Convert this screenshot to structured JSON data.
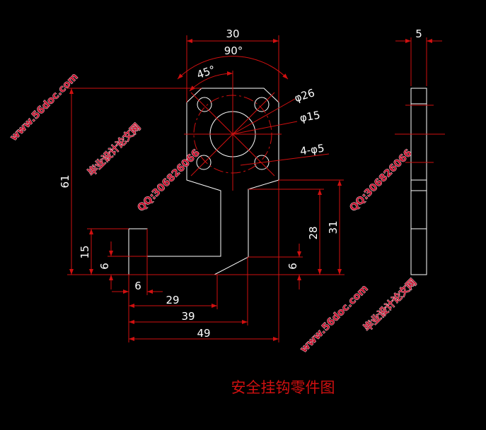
{
  "title": "安全挂钩零件图",
  "dimensions": {
    "width_top": "30",
    "angle_outer": "90°",
    "angle_inner": "45°",
    "dia_bolt_circle": "φ26",
    "dia_center_hole": "φ15",
    "holes": "4-φ5",
    "height_total": "61",
    "hook_height": "15",
    "hook_inner": "6",
    "hook_width": "6",
    "len_29": "29",
    "len_39": "39",
    "len_49": "49",
    "right_28": "28",
    "right_31": "31",
    "right_6": "6",
    "thickness": "5"
  },
  "watermarks": {
    "site": "www.56doc.com",
    "qq": "QQ:306826066",
    "name": "毕业设计论文网"
  },
  "colors": {
    "line": "#ffffff",
    "dimension": "#d01010",
    "background": "#000000"
  }
}
